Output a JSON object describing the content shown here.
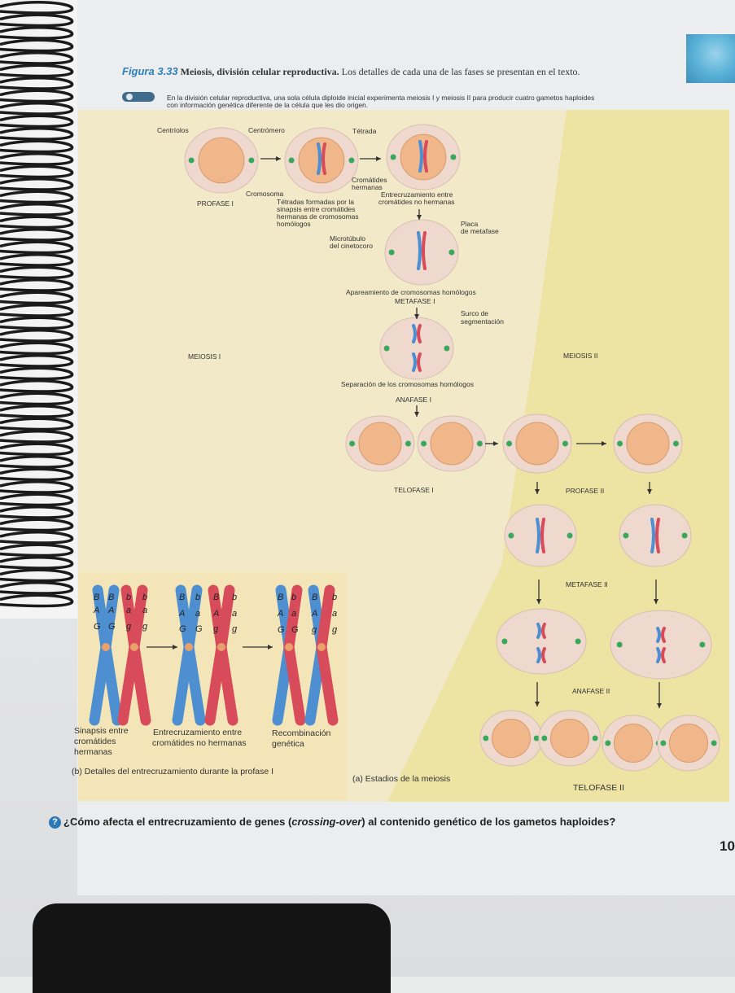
{
  "header": {
    "figure_number": "Figura 3.33",
    "figure_title": "Meiosis, división celular reproductiva.",
    "figure_desc": "Los detalles de cada una de las fases se presentan en el texto.",
    "caption_line1": "En la división celular reproductiva, una sola célula diploide inicial experimenta meiosis I y meiosis II para producir cuatro gametos haploides",
    "caption_line2": "con información genética diferente de la célula que les dio origen."
  },
  "labels": {
    "centriolos": "Centríolos",
    "centromero": "Centrómero",
    "tetrada": "Tétrada",
    "cromatides_hermanas_1": "Cromátides",
    "cromatides_hermanas_2": "hermanas",
    "cromosoma": "Cromosoma",
    "profase_i": "PROFASE I",
    "tetradas_1": "Tétradas formadas por la",
    "tetradas_2": "sinapsis entre cromátides",
    "tetradas_3": "hermanas de cromosomas",
    "tetradas_4": "homólogos",
    "entrecruz_1": "Entrecruzamiento entre",
    "entrecruz_2": "cromátides no hermanas",
    "placa_1": "Placa",
    "placa_2": "de metafase",
    "microtubulo_1": "Microtúbulo",
    "microtubulo_2": "del cinetocoro",
    "apareamiento": "Apareamiento de cromosomas homólogos",
    "metafase_i": "METAFASE I",
    "surco_1": "Surco de",
    "surco_2": "segmentación",
    "meiosis_i": "MEIOSIS I",
    "meiosis_ii": "MEIOSIS II",
    "separacion": "Separación de los cromosomas homólogos",
    "anafase_i": "ANAFASE I",
    "telofase_i": "TELOFASE I",
    "profase_ii": "PROFASE II",
    "metafase_ii": "METAFASE II",
    "anafase_ii": "ANAFASE II",
    "telofase_ii": "TELOFASE II",
    "sinapsis_1": "Sinapsis entre",
    "sinapsis_2": "cromátides",
    "sinapsis_3": "hermanas",
    "entre_1": "Entrecruzamiento entre",
    "entre_2": "cromátides no hermanas",
    "recomb_1": "Recombinación",
    "recomb_2": "genética",
    "panel_b": "(b) Detalles del entrecruzamiento durante la profase I",
    "panel_a": "(a) Estadios de la meiosis"
  },
  "genes": {
    "g1": [
      "B",
      "B",
      "b",
      "b"
    ],
    "g2": [
      "A",
      "A",
      "a",
      "a"
    ],
    "g3": [
      "G",
      "G",
      "g",
      "g"
    ],
    "c2_top": [
      "B",
      "b",
      "B",
      "b"
    ],
    "c2_mid": [
      "A",
      "a",
      "A",
      "a"
    ],
    "c2_bot": [
      "G",
      "G",
      "g",
      "g"
    ],
    "c3_top": [
      "B",
      "b",
      "B",
      "b"
    ],
    "c3_mid": [
      "A",
      "a",
      "A",
      "a"
    ],
    "c3_bot": [
      "G",
      "G",
      "g",
      "g"
    ]
  },
  "question": {
    "icon": "?",
    "prefix": "¿Cómo afecta el entrecruzamiento de genes (",
    "italic": "crossing-over",
    "suffix": ") al contenido genético de los gametos haploides?"
  },
  "page_number": "10",
  "colors": {
    "yellow": "#efe5a8",
    "blue_chrom": "#4d8fd0",
    "red_chrom": "#d84b5a",
    "cell_fill": "#efd9cf",
    "nucleus": "#f0b78a",
    "green_centriole": "#3aa85b"
  }
}
